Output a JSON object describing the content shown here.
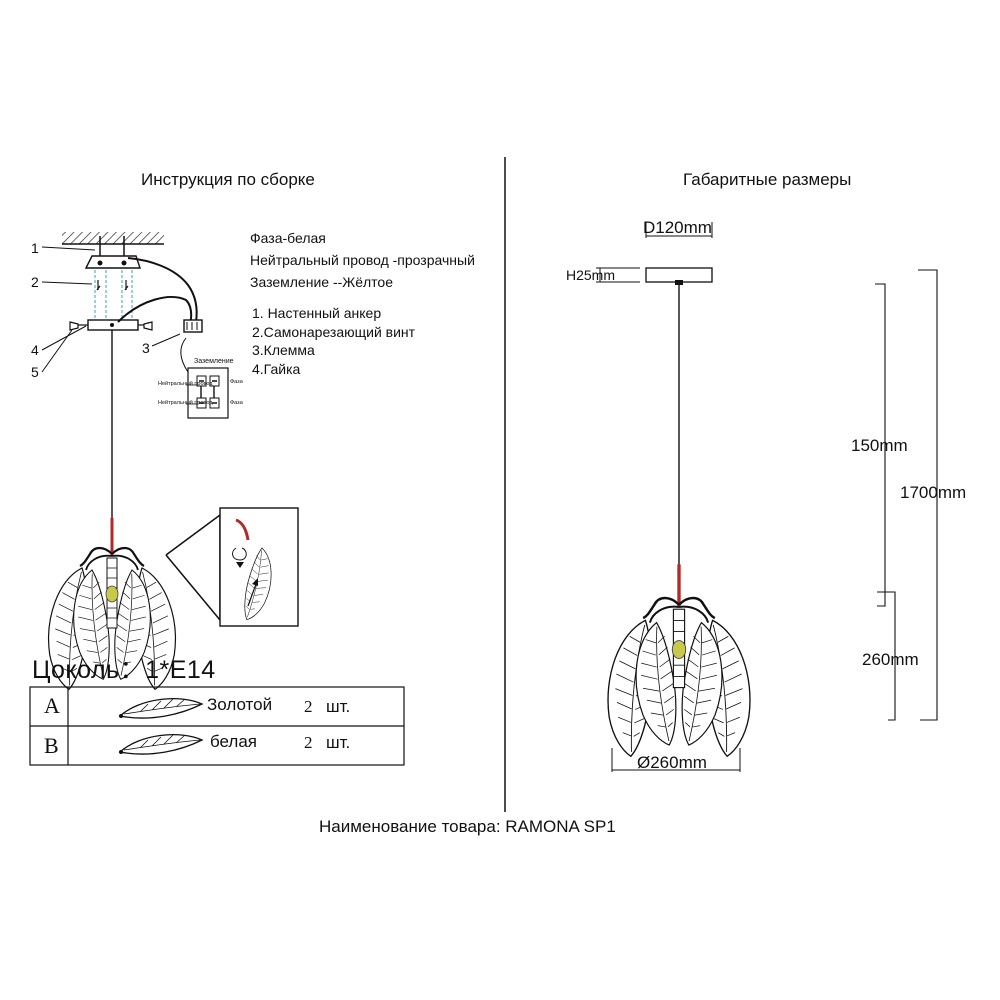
{
  "left_panel": {
    "title": "Инструкция по сборке",
    "wiring_info": [
      "Фаза-белая",
      "Нейтральный провод -прозрачный",
      "Заземление --Жёлтое"
    ],
    "parts_list": [
      "1. Настенный анкер",
      "2.Самонарезающий винт",
      "3.Клемма",
      "4.Гайка"
    ],
    "callouts": [
      "1",
      "2",
      "3",
      "4",
      "5"
    ],
    "terminal_block": {
      "ground_label": "Заземление",
      "neutral_label": "Нейтральный провод",
      "phase_label": "Фаза"
    },
    "socket_label": "Цоколь：",
    "socket_value": "1*E14",
    "parts_table": [
      {
        "letter": "A",
        "name": "Золотой",
        "qty": "2",
        "unit": "шт."
      },
      {
        "letter": "B",
        "name": "белая",
        "qty": "2",
        "unit": "шт."
      }
    ]
  },
  "right_panel": {
    "title": "Габаритные размеры",
    "dimensions": {
      "canopy_diameter": "D120mm",
      "canopy_height": "H25mm",
      "cable_length": "150mm",
      "total_height": "1700mm",
      "shade_height": "260mm",
      "shade_diameter": "Ø260mm"
    }
  },
  "product_name": "Наименование товара: RAMONA SP1",
  "colors": {
    "line": "#111111",
    "accent_rod": "#b02a2a",
    "lamp_center": "#8a8a2a",
    "wire_blue": "#3a9fc8"
  }
}
